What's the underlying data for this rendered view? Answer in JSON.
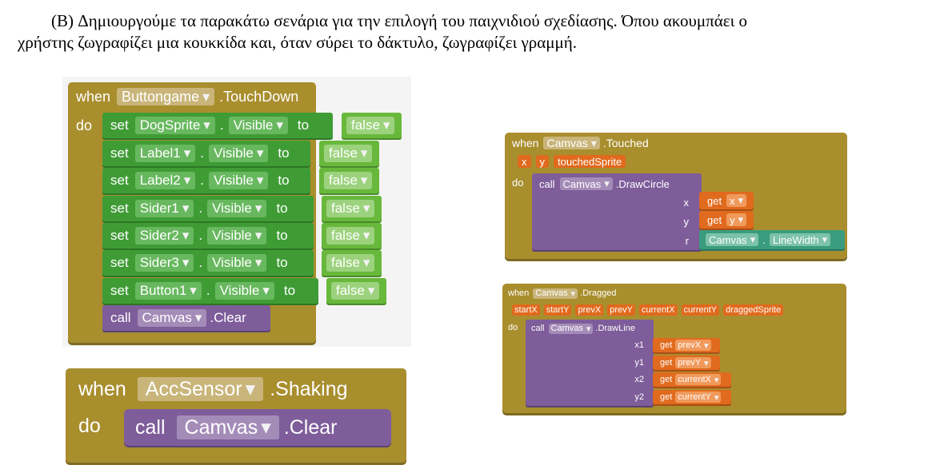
{
  "intro": {
    "line1": "(B) Δημιουργούμε τα παρακάτω σενάρια για την επιλογή του παιχνιδιού σχεδίασης. Όπου ακουμπάει ο",
    "line2": "χρήστης ζωγραφίζει μια κουκκίδα και, όταν σύρει το δάκτυλο, ζωγραφίζει γραμμή."
  },
  "icons": {
    "dropdown": "▾",
    "socket": "▐"
  },
  "colors": {
    "event": "#a98e2e",
    "setter": "#3f9c35",
    "boolean": "#68b83c",
    "call": "#7e5d9a",
    "getter": "#e06a1d",
    "property": "#3a9c7e"
  },
  "block1": {
    "when": "when",
    "component": "Buttongame",
    "event": ".TouchDown",
    "do": "do",
    "set_label": "set",
    "to_label": "to",
    "dot": ".",
    "setters": [
      {
        "component": "DogSprite",
        "property": "Visible",
        "value": "false"
      },
      {
        "component": "Label1",
        "property": "Visible",
        "value": "false"
      },
      {
        "component": "Label2",
        "property": "Visible",
        "value": "false"
      },
      {
        "component": "Sider1",
        "property": "Visible",
        "value": "false"
      },
      {
        "component": "Sider2",
        "property": "Visible",
        "value": "false"
      },
      {
        "component": "Sider3",
        "property": "Visible",
        "value": "false"
      },
      {
        "component": "Button1",
        "property": "Visible",
        "value": "false"
      }
    ],
    "call": {
      "label": "call",
      "component": "Camvas",
      "method": ".Clear"
    }
  },
  "block2": {
    "when": "when",
    "component": "AccSensor",
    "event": ".Shaking",
    "do": "do",
    "call": {
      "label": "call",
      "component": "Camvas",
      "method": ".Clear"
    }
  },
  "block3": {
    "when": "when",
    "component": "Camvas",
    "event": ".Touched",
    "params": [
      "x",
      "y",
      "touchedSprite"
    ],
    "do": "do",
    "call": {
      "label": "call",
      "component": "Camvas",
      "method": ".DrawCircle"
    },
    "args": [
      {
        "name": "x",
        "get": "get",
        "var": "x"
      },
      {
        "name": "y",
        "get": "get",
        "var": "y"
      }
    ],
    "arg_r": {
      "name": "r",
      "component": "Camvas",
      "dot": ".",
      "property": "LineWidth"
    }
  },
  "block4": {
    "when": "when",
    "component": "Camvas",
    "event": ".Dragged",
    "params": [
      "startX",
      "startY",
      "prevX",
      "prevY",
      "currentX",
      "currentY",
      "draggedSprite"
    ],
    "do": "do",
    "call": {
      "label": "call",
      "component": "Camvas",
      "method": ".DrawLine"
    },
    "args": [
      {
        "name": "x1",
        "get": "get",
        "var": "prevX"
      },
      {
        "name": "y1",
        "get": "get",
        "var": "prevY"
      },
      {
        "name": "x2",
        "get": "get",
        "var": "currentX"
      },
      {
        "name": "y2",
        "get": "get",
        "var": "currentY"
      }
    ]
  }
}
